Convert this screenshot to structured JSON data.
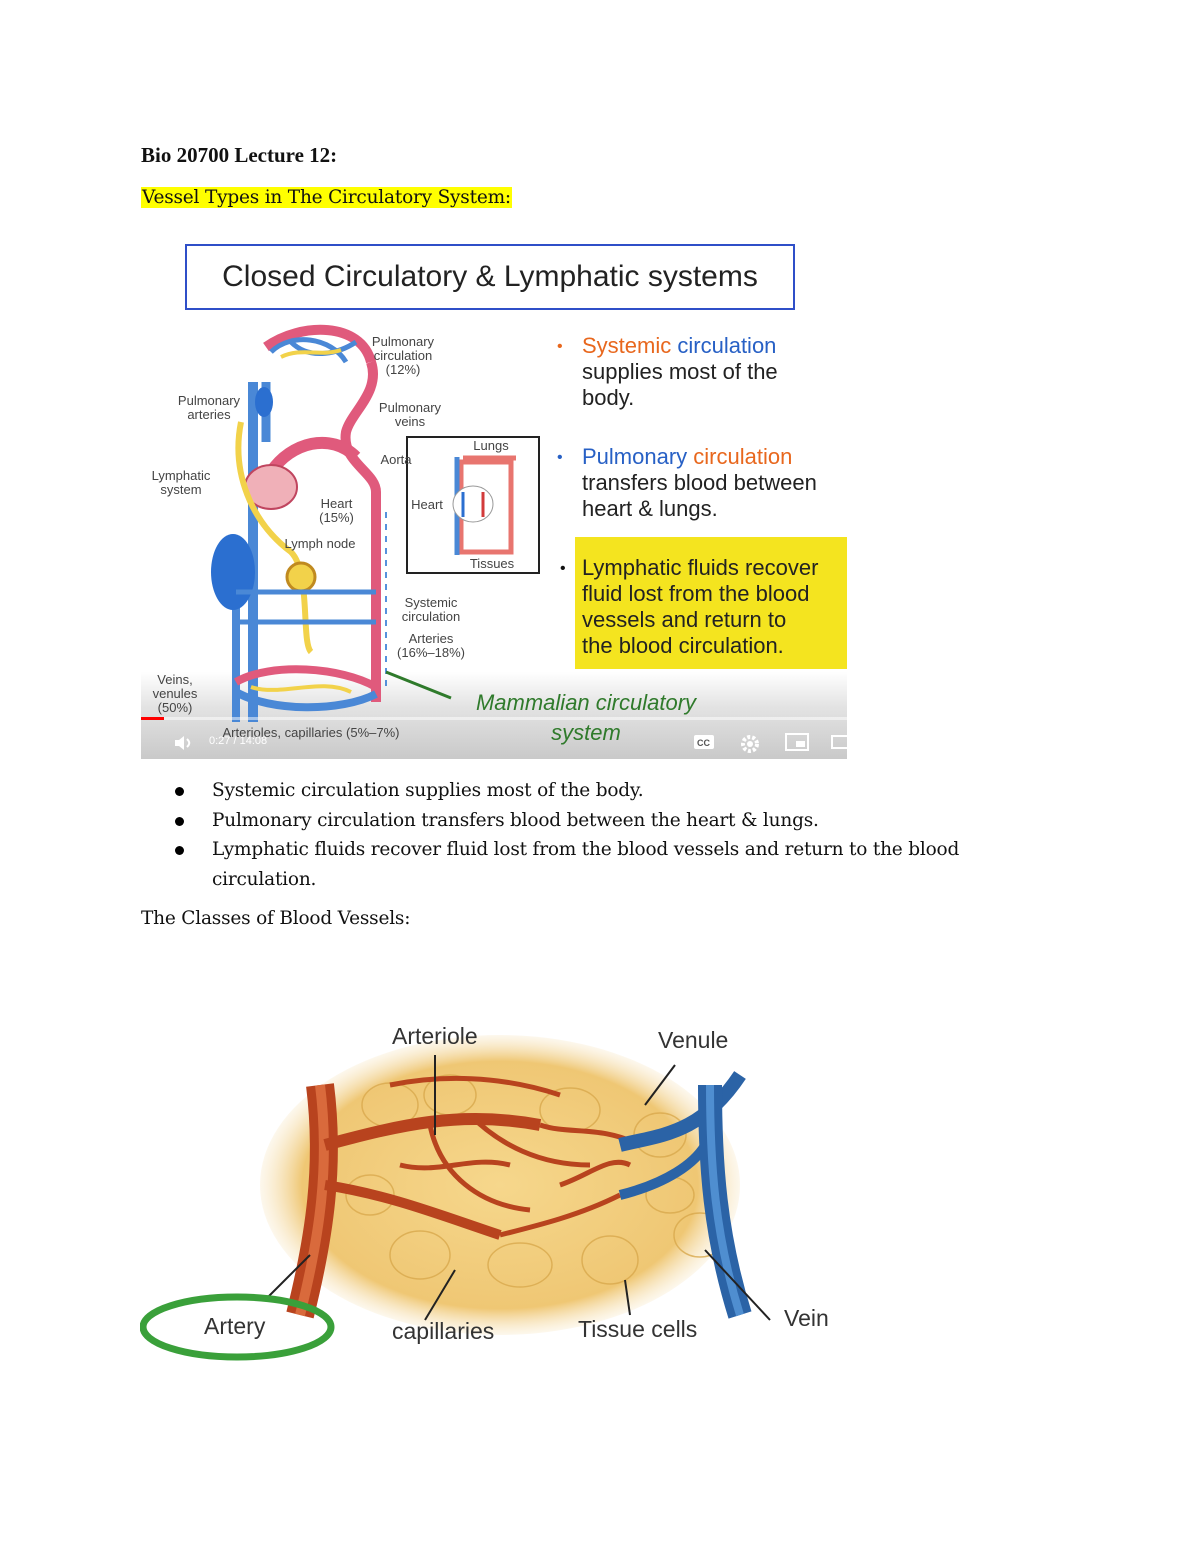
{
  "document": {
    "title": "Bio 20700 Lecture 12:",
    "section1_heading": "Vessel Types in The Circulatory System:",
    "bullets": [
      "Systemic circulation supplies most of the body.",
      "Pulmonary circulation transfers blood between the heart & lungs.",
      "Lymphatic fluids recover fluid lost from the blood vessels and return to the blood circulation."
    ],
    "section2_heading": "The Classes of Blood Vessels:"
  },
  "video": {
    "slide_title": "Closed Circulatory & Lymphatic systems",
    "point1_word1": "Systemic",
    "point1_word2": "circulation",
    "point1_rest_line1": "supplies most of the",
    "point1_rest_line2": "body.",
    "point2_word1": "Pulmonary",
    "point2_word2": "circulation",
    "point2_rest_line1": "transfers blood between",
    "point2_rest_line2": "heart & lungs.",
    "point3_lines": [
      "Lymphatic fluids recover",
      "fluid lost from the blood",
      "vessels and return to",
      "the blood circulation."
    ],
    "labels": {
      "pulmonary_circulation": "Pulmonary circulation (12%)",
      "pulmonary_arteries": "Pulmonary arteries",
      "pulmonary_veins": "Pulmonary veins",
      "aorta": "Aorta",
      "lymphatic_system": "Lymphatic system",
      "heart": "Heart (15%)",
      "lymph_node": "Lymph node",
      "systemic_circulation": "Systemic circulation",
      "arteries": "Arteries (16%–18%)",
      "veins": "Veins, venules (50%)",
      "arterioles": "Arterioles, capillaries (5%–7%)",
      "inset_lungs": "Lungs",
      "inset_heart": "Heart",
      "inset_tissues": "Tissues"
    },
    "caption_line1": "Mammalian circulatory",
    "caption_line2": "system",
    "time": "0:27 / 14:08",
    "progress_fraction": 0.032,
    "colors": {
      "accent_orange": "#e8671d",
      "accent_blue": "#2760c5",
      "highlight_yellow": "#f4e41f",
      "caption_green": "#2f7a2b"
    }
  },
  "vessels_diagram": {
    "labels": {
      "arteriole": "Arteriole",
      "venule": "Venule",
      "artery": "Artery",
      "capillaries": "capillaries",
      "tissue_cells": "Tissue cells",
      "vein": "Vein"
    }
  }
}
